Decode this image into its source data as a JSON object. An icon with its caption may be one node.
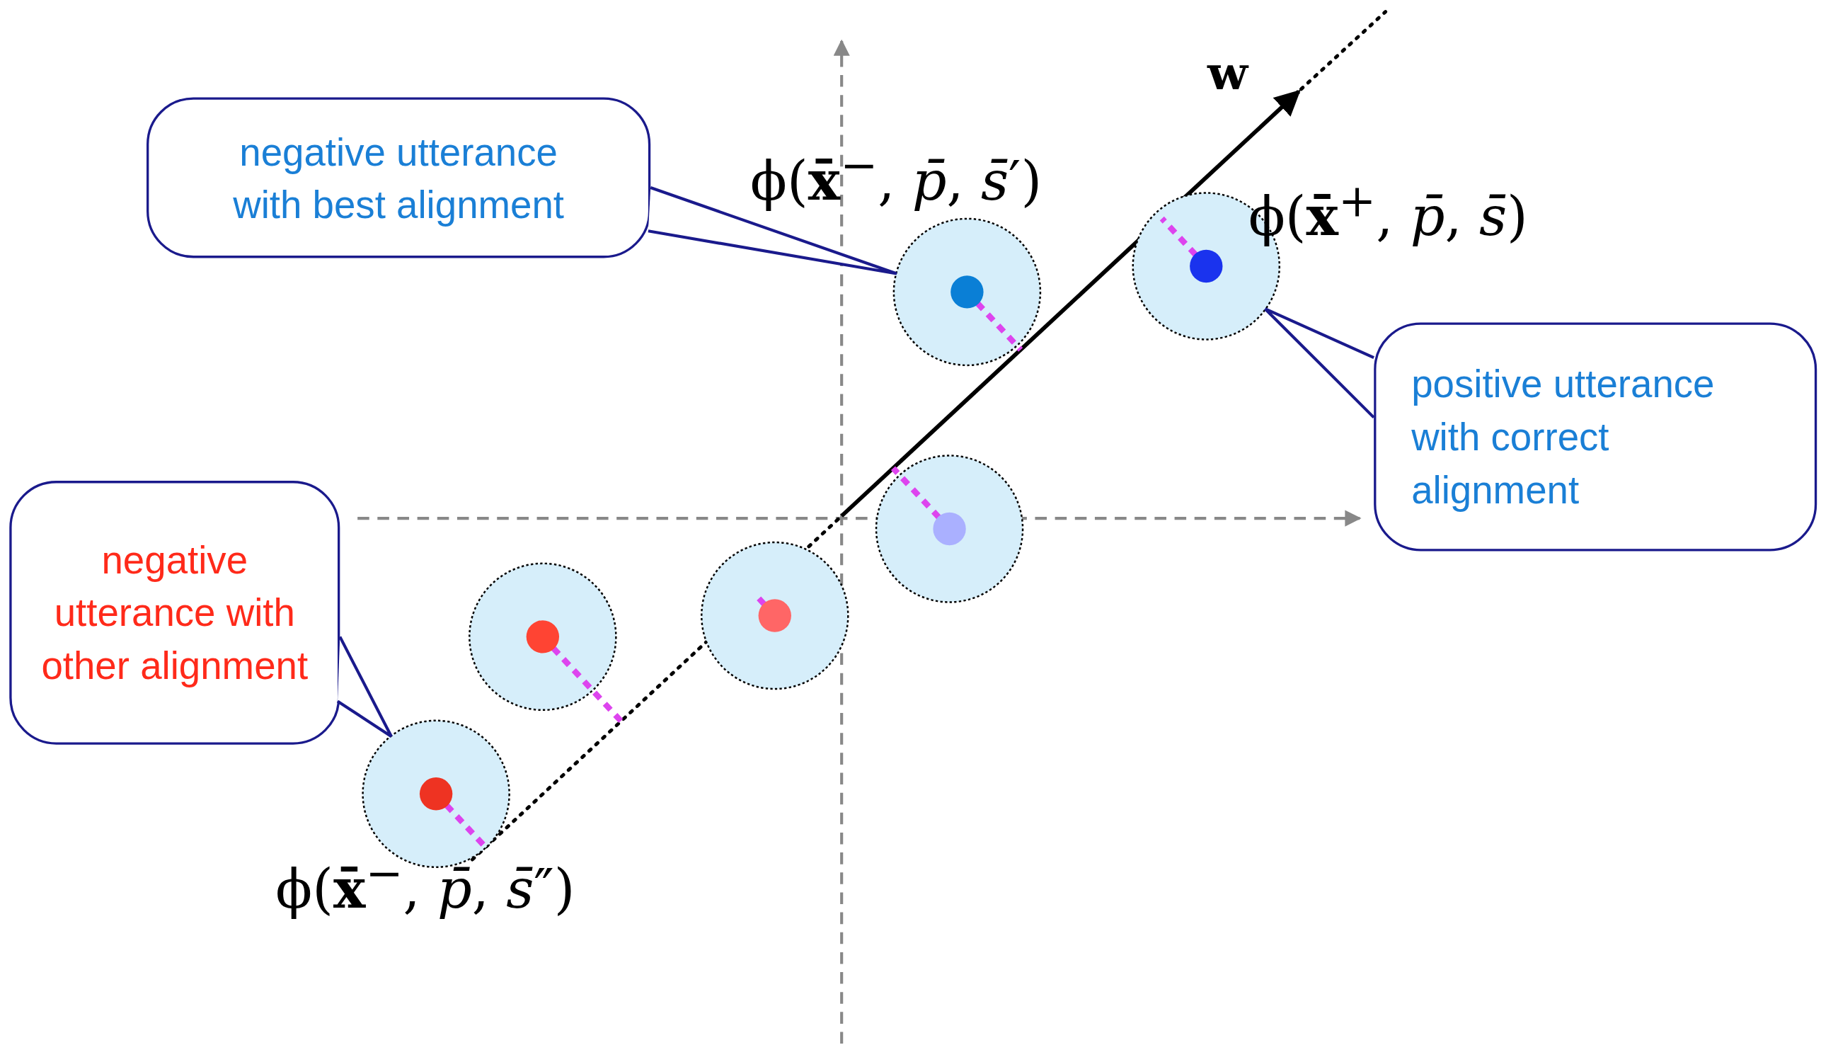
{
  "diagram": {
    "nodes": [
      {
        "text": [
          "negative utterance with best alignment"
        ]
      },
      {
        "text": [
          "positive utterance with correct alignment"
        ]
      },
      {
        "text": [
          "negative utterance with other alignment"
        ]
      },
      {
        "text": [],
        "shape": "circle",
        "beside": [
          "ϕ(**x̄**$^{−}$, *p̄*, *s̄*″)"
        ]
      },
      {
        "text": [],
        "shape": "circle"
      },
      {
        "text": [],
        "shape": "circle"
      },
      {
        "text": [],
        "shape": "circle"
      },
      {
        "text": [],
        "shape": "circle",
        "beside": [
          "ϕ(**x̄**$^{−}$, *p̄*, *s̄*′)"
        ]
      },
      {
        "text": [],
        "shape": "circle",
        "beside": [
          "ϕ(**x̄**$^{+}$, *p̄*, *s̄*)"
        ]
      }
    ],
    "edges": [
      {
        "from": 0,
        "to": 7,
        "arrow": "none"
      },
      {
        "from": 1,
        "to": 8,
        "arrow": "none"
      },
      {
        "from": 2,
        "to": 3,
        "arrow": "none"
      }
    ],
    "labels": [
      "w"
    ]
  }
}
